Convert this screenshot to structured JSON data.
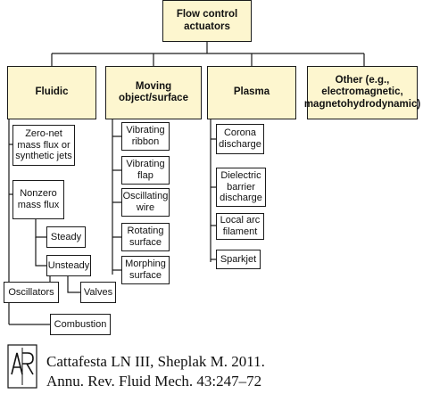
{
  "root": {
    "label": "Flow control actuators"
  },
  "categories": {
    "fluidic": "Fluidic",
    "moving": "Moving object/surface",
    "plasma": "Plasma",
    "other": "Other (e.g., electromagnetic, magnetohydrodynamic)"
  },
  "fluidic": {
    "zero_net": "Zero-net mass flux or synthetic jets",
    "nonzero": "Nonzero mass flux",
    "steady": "Steady",
    "unsteady": "Unsteady",
    "oscillators": "Oscillators",
    "valves": "Valves",
    "combustion": "Combustion"
  },
  "moving": {
    "items": [
      "Vibrating ribbon",
      "Vibrating flap",
      "Oscillating wire",
      "Rotating surface",
      "Morphing surface"
    ]
  },
  "plasma": {
    "items": [
      "Corona discharge",
      "Dielectric barrier discharge",
      "Local arc filament",
      "Sparkjet"
    ]
  },
  "citation": {
    "line1": "Cattafesta LN III, Sheplak M. 2011.",
    "line2": "Annu. Rev. Fluid Mech. 43:247–72"
  },
  "logo": {
    "letters": "AR"
  }
}
